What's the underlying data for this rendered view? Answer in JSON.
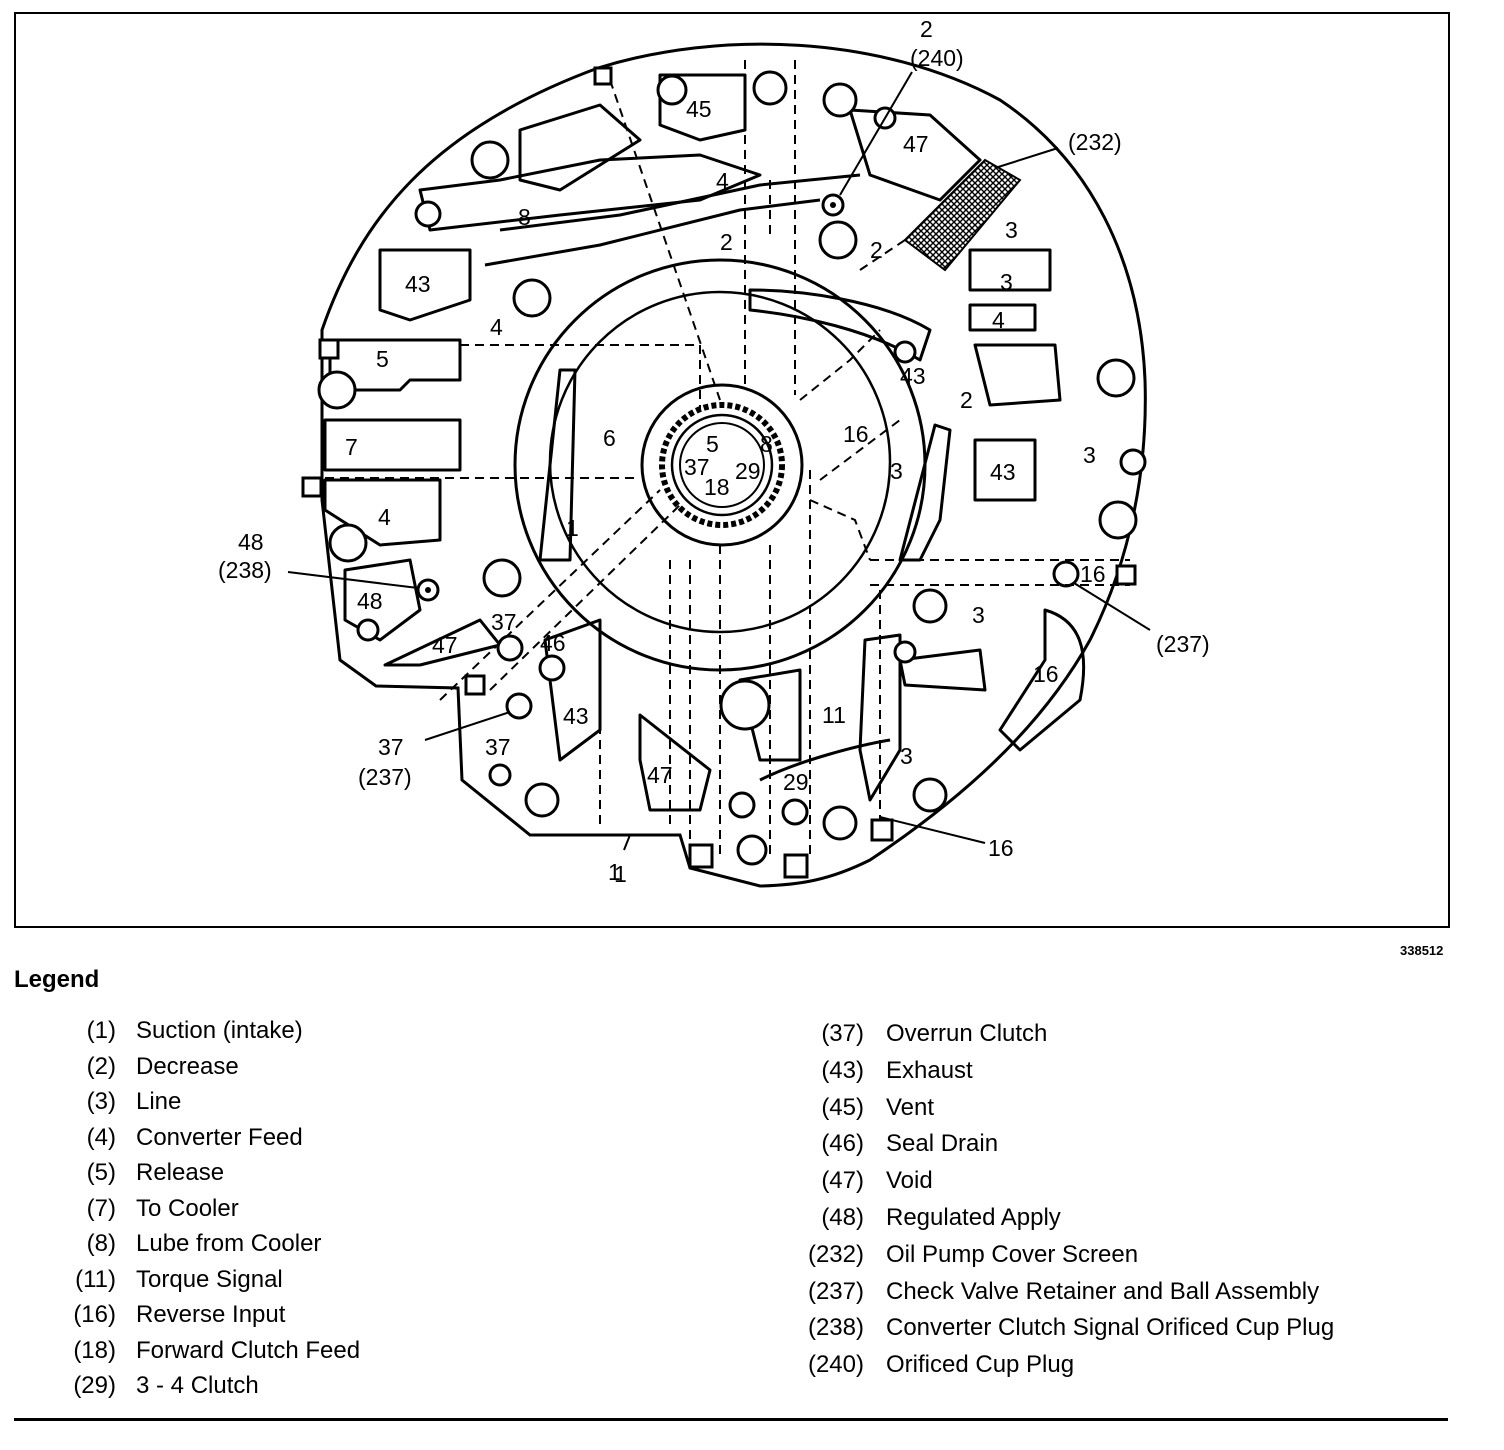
{
  "diagram": {
    "region_labels": [
      "45",
      "47",
      "4",
      "8",
      "2",
      "2",
      "3",
      "3",
      "4",
      "43",
      "4",
      "5",
      "43",
      "2",
      "7",
      "6",
      "5",
      "8",
      "37",
      "29",
      "18",
      "16",
      "3",
      "43",
      "3",
      "4",
      "1",
      "16",
      "3",
      "48",
      "47",
      "37",
      "46",
      "43",
      "37",
      "47",
      "11",
      "29",
      "3",
      "16",
      "1"
    ],
    "callouts": {
      "top_plug_code": "2",
      "top_plug_ref": "(240)",
      "screen_ref": "(232)",
      "left_plug_code": "48",
      "left_plug_ref": "(238)",
      "right_valve_ref": "(237)",
      "lower_valve_code": "37",
      "lower_valve_ref": "(237)",
      "bottom_right_code": "16",
      "bottom_code": "1"
    }
  },
  "figure_id": "338512",
  "legend": {
    "title": "Legend",
    "left": [
      {
        "code": "(1)",
        "desc": "Suction (intake)"
      },
      {
        "code": "(2)",
        "desc": "Decrease"
      },
      {
        "code": "(3)",
        "desc": "Line"
      },
      {
        "code": "(4)",
        "desc": "Converter Feed"
      },
      {
        "code": "(5)",
        "desc": "Release"
      },
      {
        "code": "(7)",
        "desc": "To Cooler"
      },
      {
        "code": "(8)",
        "desc": "Lube from Cooler"
      },
      {
        "code": "(11)",
        "desc": "Torque Signal"
      },
      {
        "code": "(16)",
        "desc": "Reverse Input"
      },
      {
        "code": "(18)",
        "desc": "Forward Clutch Feed"
      },
      {
        "code": "(29)",
        "desc": "3 - 4 Clutch"
      }
    ],
    "right": [
      {
        "code": "(37)",
        "desc": "Overrun Clutch"
      },
      {
        "code": "(43)",
        "desc": "Exhaust"
      },
      {
        "code": "(45)",
        "desc": "Vent"
      },
      {
        "code": "(46)",
        "desc": "Seal Drain"
      },
      {
        "code": "(47)",
        "desc": "Void"
      },
      {
        "code": "(48)",
        "desc": "Regulated Apply"
      },
      {
        "code": "(232)",
        "desc": "Oil Pump Cover Screen"
      },
      {
        "code": "(237)",
        "desc": "Check Valve Retainer and Ball Assembly"
      },
      {
        "code": "(238)",
        "desc": "Converter Clutch Signal Orificed Cup Plug"
      },
      {
        "code": "(240)",
        "desc": "Orificed Cup Plug"
      }
    ]
  }
}
